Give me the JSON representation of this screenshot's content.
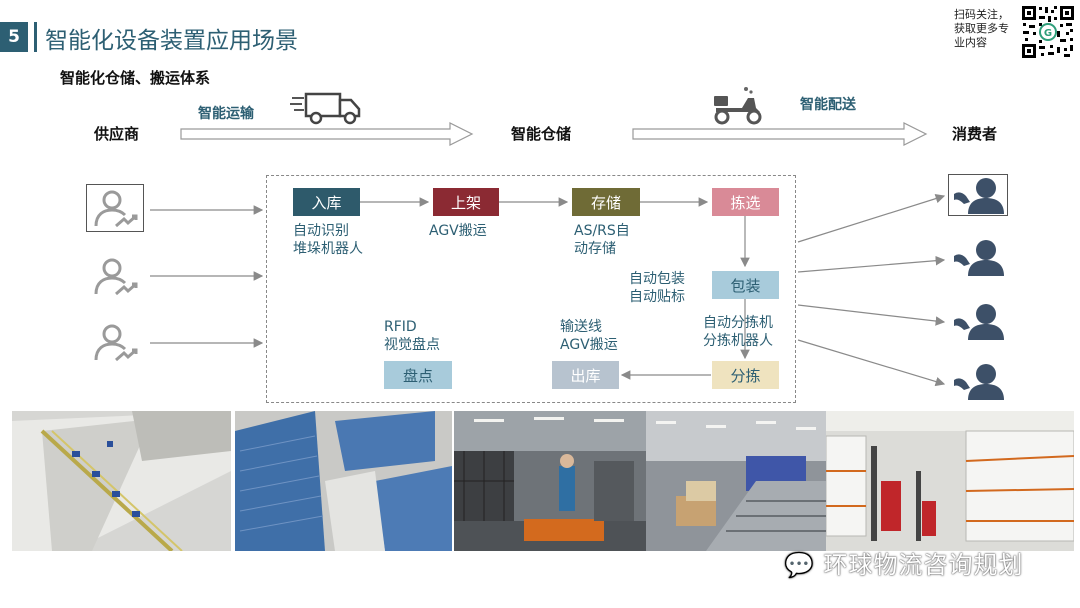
{
  "header": {
    "number": "5",
    "title": "智能化设备装置应用场景",
    "subtitle": "智能化仓储、搬运体系",
    "qr_caption": "扫码关注，获取更多专业内容"
  },
  "flow": {
    "supplier": "供应商",
    "warehouse": "智能仓储",
    "consumer": "消费者",
    "transport_label": "智能运输",
    "delivery_label": "智能配送"
  },
  "process": {
    "inbound": {
      "label": "入库",
      "note1": "自动识别",
      "note2": "堆垛机器人",
      "color": "#2e5a6b"
    },
    "shelving": {
      "label": "上架",
      "note": "AGV搬运",
      "color": "#8b2a33"
    },
    "storage": {
      "label": "存储",
      "note1": "AS/RS自",
      "note2": "动存储",
      "color": "#6f6b36"
    },
    "picking": {
      "label": "拣选",
      "color": "#d98a97"
    },
    "packing": {
      "label": "包装",
      "note1": "自动包装",
      "note2": "自动贴标",
      "color": "#a8cbdb"
    },
    "sorting": {
      "label": "分拣",
      "note1": "自动分拣机",
      "note2": "分拣机器人",
      "color": "#efe3bf"
    },
    "outbound": {
      "label": "出库",
      "note1": "输送线",
      "note2": "AGV搬运",
      "color": "#b7c3cf"
    },
    "inventory": {
      "label": "盘点",
      "note1": "RFID",
      "note2": "视觉盘点",
      "color": "#a8cbdb"
    }
  },
  "watermark": "环球物流咨询规划",
  "colors": {
    "primary": "#2d5f73",
    "consumer_icon": "#3d5068",
    "supplier_icon": "#9a9a9a"
  }
}
